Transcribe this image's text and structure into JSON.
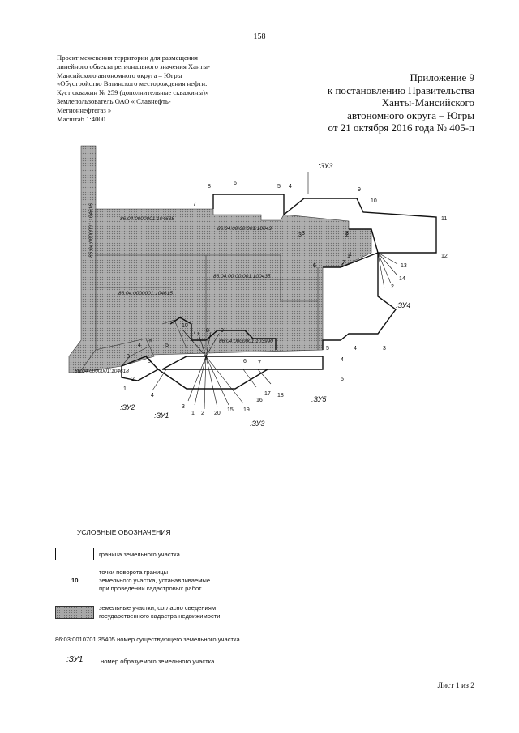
{
  "page_number": "158",
  "project_lines": [
    "Проект межевания территории для размещения",
    "линейного объекта регионального значения Ханты-",
    "Мансийского автономного округа – Югры",
    "«Обустройство Ватинского месторождения нефти.",
    "Куст скважин № 259 (дополнительные скважины)»",
    "Землепользователь  ОАО « Славнефть-",
    "Мегионнефтегаз »",
    "Масштаб 1:4000"
  ],
  "appendix_lines": [
    "Приложение 9",
    "к постановлению Правительства",
    "Ханты-Мансийского",
    "автономного округа – Югры",
    "от 21 октября 2016 года № 405-п"
  ],
  "map": {
    "parcels": [
      {
        "id": "86:04:0000001:104616"
      },
      {
        "id": "86:04:0000001:104638"
      },
      {
        "id": "86:04:00:00:001:10043"
      },
      {
        "id": "86:04:00:00:001:100435"
      },
      {
        "id": "86:04:0000001:104615"
      },
      {
        "id": "86:04:0000001:103990"
      },
      {
        "id": "86:04:0000001:104618"
      }
    ],
    "zones": [
      ":ЗУ1",
      ":ЗУ2",
      ":ЗУ3",
      ":ЗУ3",
      ":ЗУ4",
      ":ЗУ5"
    ],
    "points": [
      "8",
      "6",
      "5",
      "4",
      "9",
      "10",
      "7",
      "11",
      "12",
      "13",
      "14",
      "2",
      "1",
      "2",
      "3",
      "4",
      "5",
      "6",
      "3",
      "4",
      "5",
      "4",
      "3",
      "10",
      "7",
      "8",
      "9",
      "5",
      "4",
      "6",
      "7",
      "17",
      "16",
      "18",
      "19",
      "15",
      "20",
      "1",
      "2",
      "3",
      "1",
      "2",
      "3",
      "4",
      "5",
      "1",
      "2",
      "3",
      "6",
      "7"
    ],
    "colors": {
      "shade": "#9a9a9a",
      "line": "#111111"
    }
  },
  "legend": {
    "title": "УСЛОВНЫЕ ОБОЗНАЧЕНИЯ",
    "boundary": "граница земельного участка",
    "point_sample": "10",
    "point_lines": [
      "точки поворота границы",
      "земельного участка, устанавливаемые",
      "при проведении кадастровых работ"
    ],
    "cadastral_lines": [
      "земельные участки, согласно сведениям",
      "государственного кадастра недвижимости"
    ],
    "existing_id": "86:03:0010701:35405",
    "existing_text": "номер существующего земельного участка",
    "new_id": ":ЗУ1",
    "new_text": "номер образуемого земельного участка"
  },
  "sheet": "Лист 1 из 2"
}
